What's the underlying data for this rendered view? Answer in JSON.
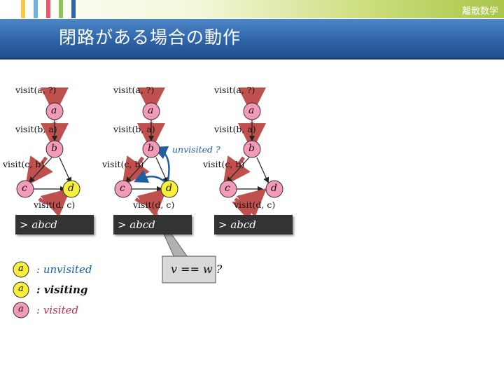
{
  "header": {
    "corner_label": "離散数学",
    "title": "閉路がある場合の動作"
  },
  "colors": {
    "unvisited": "#f6f03a",
    "visiting": "#f6f03a",
    "visited": "#f39ab8",
    "edge": "#222222",
    "visit_arrow": "#c0504d",
    "back_arrow": "#1f5f9f"
  },
  "panels": [
    {
      "visit_a": "visit(a, ?)",
      "visit_b": "visit(b, a)",
      "visit_c": "visit(c, b)",
      "visit_d": "visit(d, c)",
      "nodes": {
        "a": "a",
        "b": "b",
        "c": "c",
        "d": "d"
      },
      "console": "> abcd"
    },
    {
      "visit_a": "visit(a, ?)",
      "visit_b": "visit(b, a)",
      "visit_c": "visit(c, b)",
      "visit_d": "visit(d, c)",
      "nodes": {
        "a": "a",
        "b": "b",
        "c": "c",
        "d": "d"
      },
      "console": "> abcd"
    },
    {
      "visit_a": "visit(a, ?)",
      "visit_b": "visit(b, a)",
      "visit_c": "visit(c, b)",
      "visit_d": "visit(d, c)",
      "nodes": {
        "a": "a",
        "b": "b",
        "c": "c",
        "d": "d"
      },
      "console": "> abcd"
    }
  ],
  "unvisited_note": "unvisited ?",
  "callout": "v == w ?",
  "legend": [
    {
      "node": "a",
      "text": ": unvisited"
    },
    {
      "node": "a",
      "text": ": visiting"
    },
    {
      "node": "a",
      "text": ": visited"
    }
  ]
}
